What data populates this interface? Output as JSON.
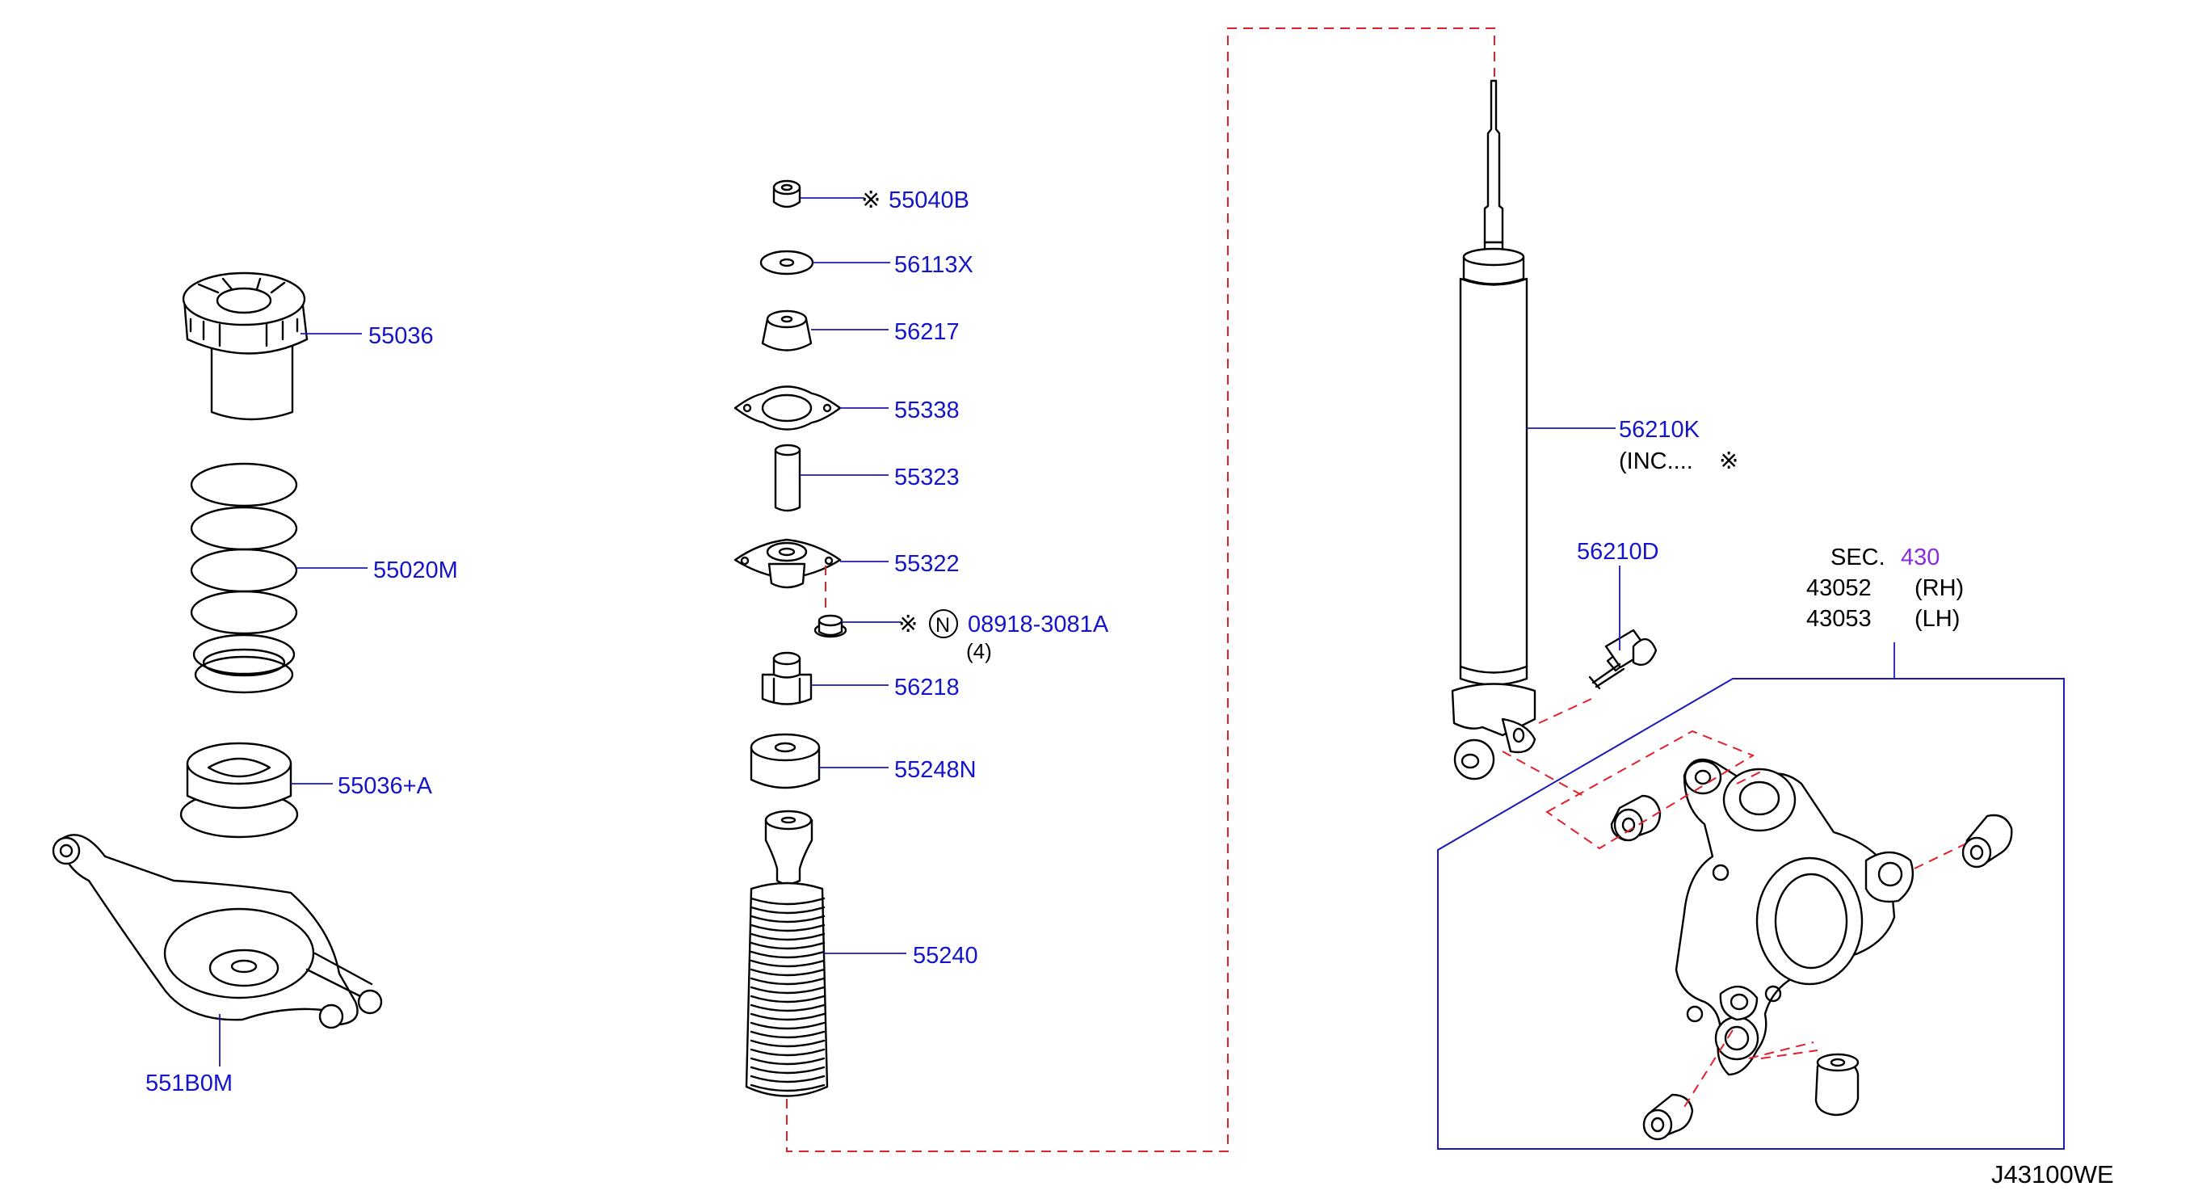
{
  "labels": {
    "p55036": "55036",
    "p55020M": "55020M",
    "p55036A": "55036+A",
    "p551B0M": "551B0M",
    "p55040B": "55040B",
    "p56113X": "56113X",
    "p56217": "56217",
    "p55338": "55338",
    "p55323": "55323",
    "p55322": "55322",
    "p08918": "08918-3081A",
    "qty": "(4)",
    "p56218": "56218",
    "p55248N": "55248N",
    "p55240": "55240",
    "p56210K": "56210K",
    "inc": "(INC....",
    "p56210D": "56210D",
    "sec": "SEC.",
    "sec_num": "430",
    "p43052": "43052",
    "rh": "(RH)",
    "p43053": "43053",
    "lh": "(LH)",
    "n_mark": "N",
    "drawing_id": "J43100WE"
  },
  "symbols": {
    "kit_mark": "※",
    "colors": {
      "callout": "#1414c8",
      "dashed_link": "#e0202a",
      "section_ref": "#8a2be2"
    }
  }
}
